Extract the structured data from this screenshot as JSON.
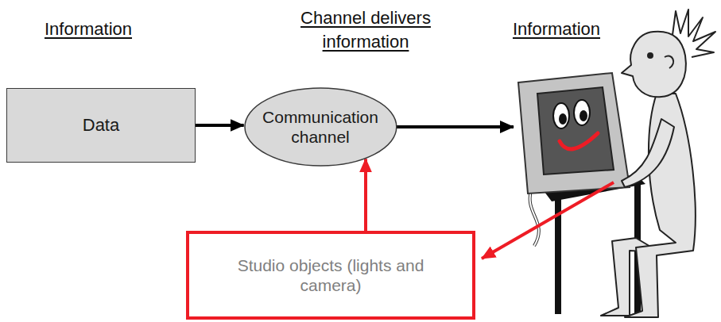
{
  "diagram": {
    "nodes": [
      {
        "text": [
          "Data"
        ]
      },
      {
        "text": [
          "Communication channel"
        ]
      },
      {
        "text": [
          "Studio objects (lights and camera)"
        ]
      }
    ],
    "edges": [
      {
        "from": 0,
        "to": 1,
        "arrow": "to"
      },
      {
        "from": 2,
        "to": 1,
        "arrow": "to"
      }
    ],
    "labels": [
      "Information",
      "Channel delivers information",
      "Information"
    ]
  }
}
